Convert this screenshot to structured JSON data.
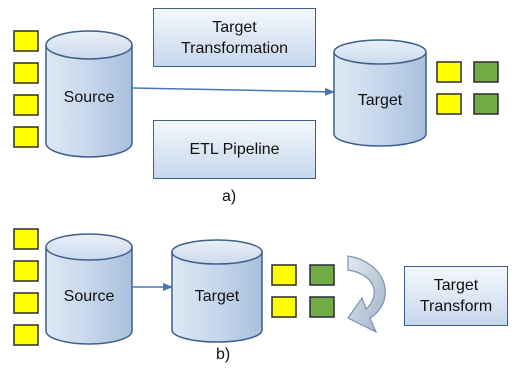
{
  "diagram_a": {
    "source_label": "Source",
    "target_label": "Target",
    "transformation_box": "Target\nTransformation",
    "pipeline_box": "ETL Pipeline",
    "caption": "a)"
  },
  "diagram_b": {
    "source_label": "Source",
    "target_label": "Target",
    "transform_box": "Target\nTransform",
    "caption": "b)"
  },
  "colors": {
    "raw_item": "#ffff00",
    "transformed_item": "#70ad47",
    "cylinder_fill": "#c6d7ec",
    "cylinder_stroke": "#3f5f8c",
    "arrow": "#4a76b8",
    "curved_arrow": "#a6b7cc"
  }
}
